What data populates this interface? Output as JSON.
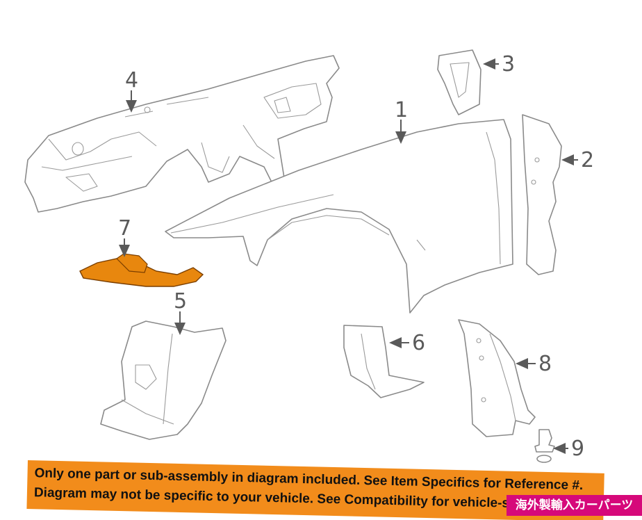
{
  "diagram": {
    "callouts": {
      "c1": "1",
      "c2": "2",
      "c3": "3",
      "c4": "4",
      "c5": "5",
      "c6": "6",
      "c7": "7",
      "c8": "8",
      "c9": "9"
    },
    "highlight_color": "#e8870e",
    "line_color": "#8a8a8a"
  },
  "banner": {
    "line1": "Only one part or sub-assembly in diagram included. See Item Specifics for Reference #.",
    "line2": "Diagram may not be specific to your vehicle. See Compatibility for vehicle-spec",
    "background": "#f28c1b"
  },
  "badge": {
    "text": "海外製輸入カーパーツ",
    "background": "#d6097a"
  }
}
